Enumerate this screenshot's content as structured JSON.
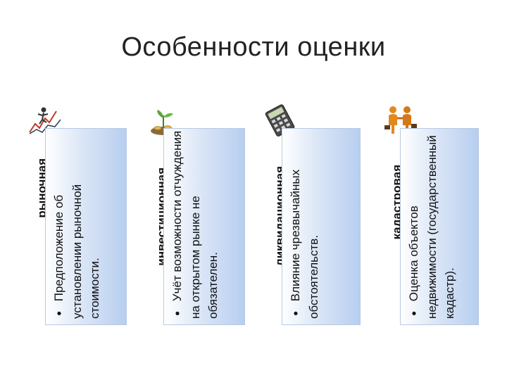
{
  "title": "Особенности оценки",
  "bullet_char": "●",
  "columns": [
    {
      "header": "рыночная",
      "text": "Предположение об установлении рыночной стоимости.",
      "icon": "chart-figure-icon"
    },
    {
      "header": "инвестиционная",
      "text": "Учёт возможности отчуждения на открытом рынке не обязателен.",
      "icon": "sprout-coins-icon"
    },
    {
      "header": "ликвидационная",
      "text": "Влияние чрезвычайных обстоятельств.",
      "icon": "calculator-icon"
    },
    {
      "header": "кадастровая",
      "text": "Оценка объектов недвижимости (государственный кадастр).",
      "icon": "business-people-icon"
    }
  ]
}
